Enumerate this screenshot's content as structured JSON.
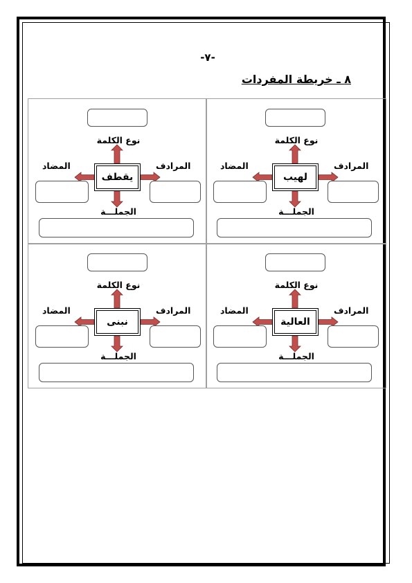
{
  "page_number": "-٧-",
  "section_title": "٨ ـ خريطة المفردات",
  "labels": {
    "word_type": "نوع الكلمة",
    "synonym": "المرادف",
    "antonym": "المضاد",
    "sentence": "الجملـــة"
  },
  "cards": [
    {
      "word": "لهيب"
    },
    {
      "word": "يقطف"
    },
    {
      "word": "العالية"
    },
    {
      "word": "نبنى"
    }
  ],
  "colors": {
    "arrow_fill": "#c0504d",
    "arrow_stroke": "#7a2e2b"
  }
}
